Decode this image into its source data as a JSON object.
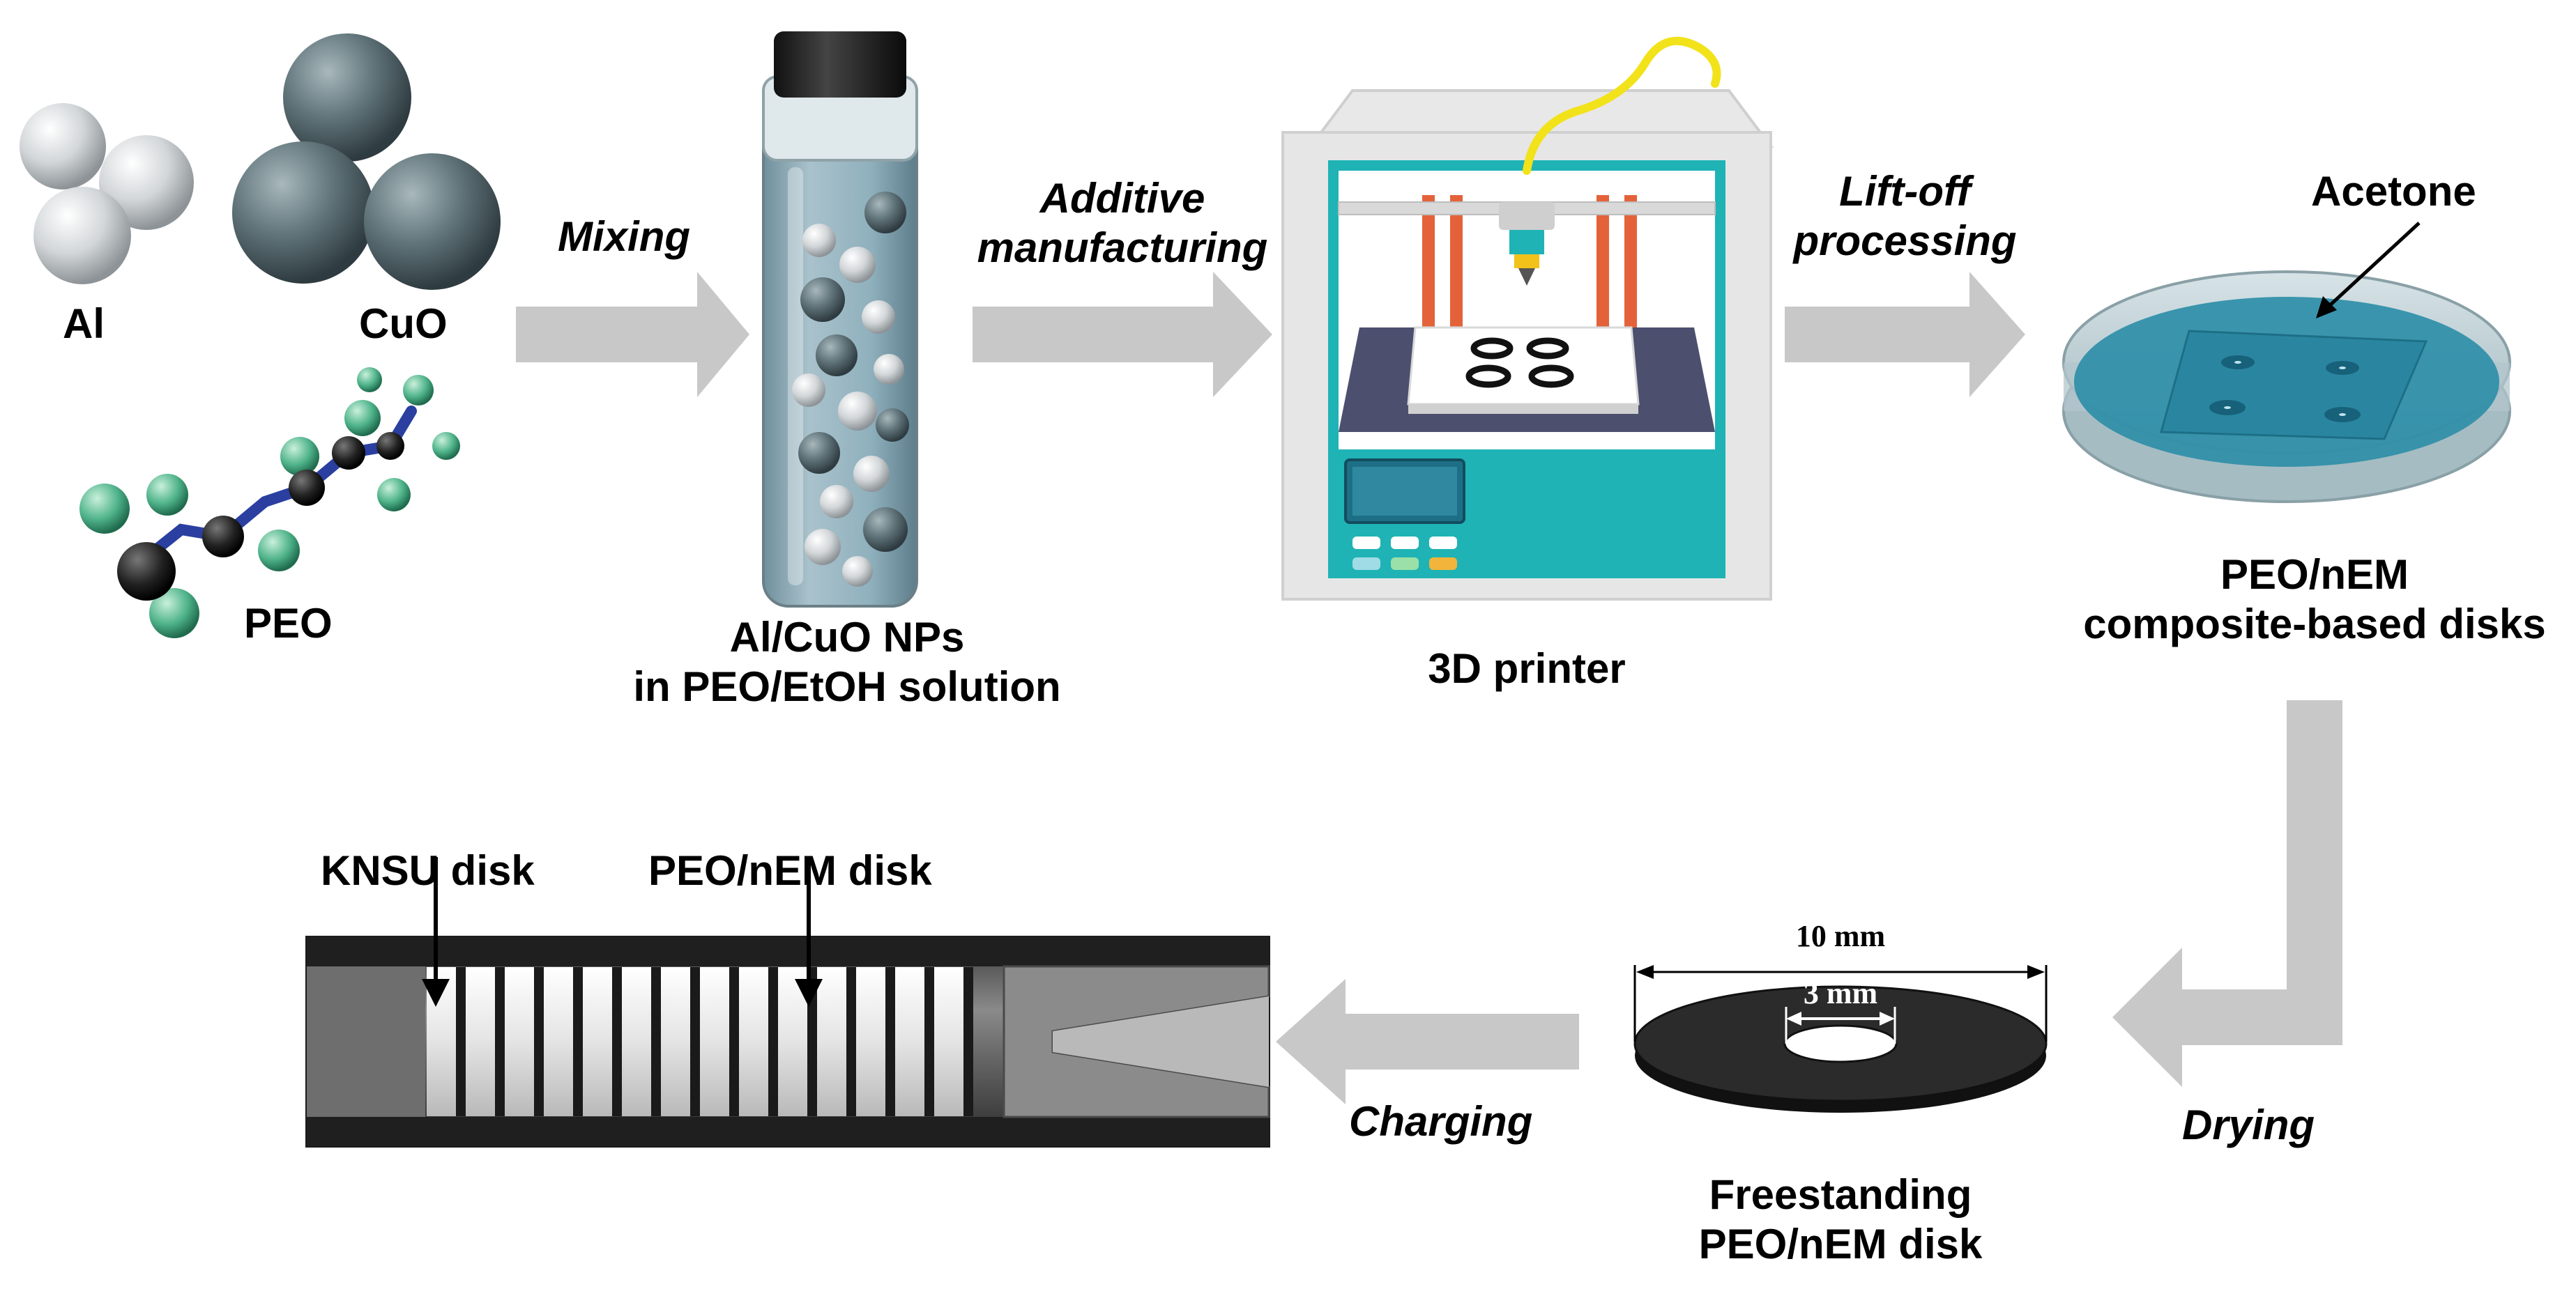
{
  "materials": {
    "al_label": "Al",
    "cuo_label": "CuO",
    "peo_label": "PEO"
  },
  "steps": {
    "mixing": "Mixing",
    "additive_line1": "Additive",
    "additive_line2": "manufacturing",
    "liftoff_line1": "Lift-off",
    "liftoff_line2": "processing",
    "drying": "Drying",
    "charging": "Charging"
  },
  "vial": {
    "caption_line1": "Al/CuO NPs",
    "caption_line2": "in PEO/EtOH solution"
  },
  "printer": {
    "caption": "3D printer"
  },
  "dish": {
    "acetone_label": "Acetone",
    "caption_line1": "PEO/nEM",
    "caption_line2": "composite-based disks"
  },
  "disk": {
    "outer_dim": "10 mm",
    "inner_dim": "3 mm",
    "caption_line1": "Freestanding",
    "caption_line2": "PEO/nEM disk"
  },
  "motor": {
    "knsu_label": "KNSU disk",
    "peo_disk_label": "PEO/nEM disk"
  },
  "colors": {
    "arrow": "#c8c8c8",
    "printer_teal": "#1fb3b5",
    "printer_red": "#e4623a",
    "cuo_sphere": "#5f7379",
    "dish_blue": "#2e8ea8",
    "peo_green": "#4fb38a"
  }
}
